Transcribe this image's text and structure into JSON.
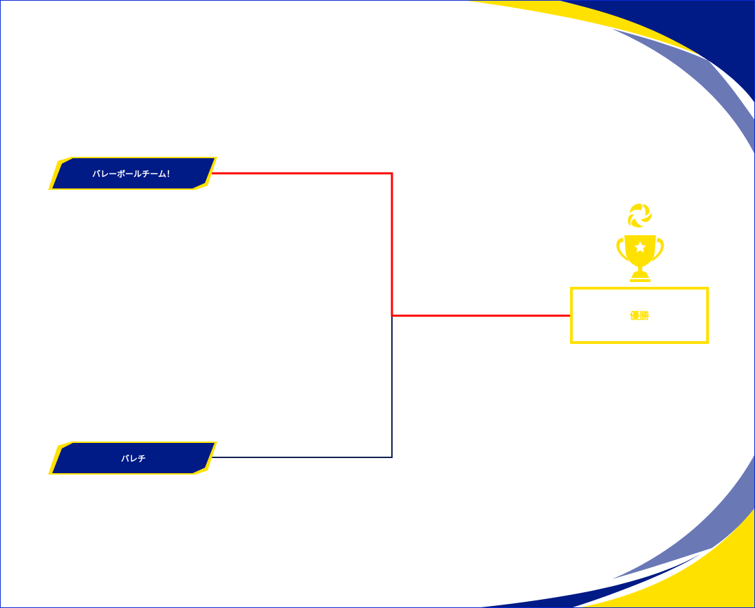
{
  "bracket": {
    "teams": [
      {
        "label": "バレーボールチーム！",
        "position": "top"
      },
      {
        "label": "バレチ",
        "position": "bottom"
      }
    ],
    "winner": {
      "label": "優勝"
    },
    "winner_path": "top"
  },
  "colors": {
    "navy": "#001a86",
    "yellow": "#ffe100",
    "slate_blue": "#6a78b6",
    "winner_line": "#ff0000",
    "loser_line": "#0e1f4e",
    "frame": "#0a2ad8"
  },
  "icons": {
    "trophy": "trophy-icon",
    "volleyball": "volleyball-icon",
    "star": "star-icon"
  }
}
